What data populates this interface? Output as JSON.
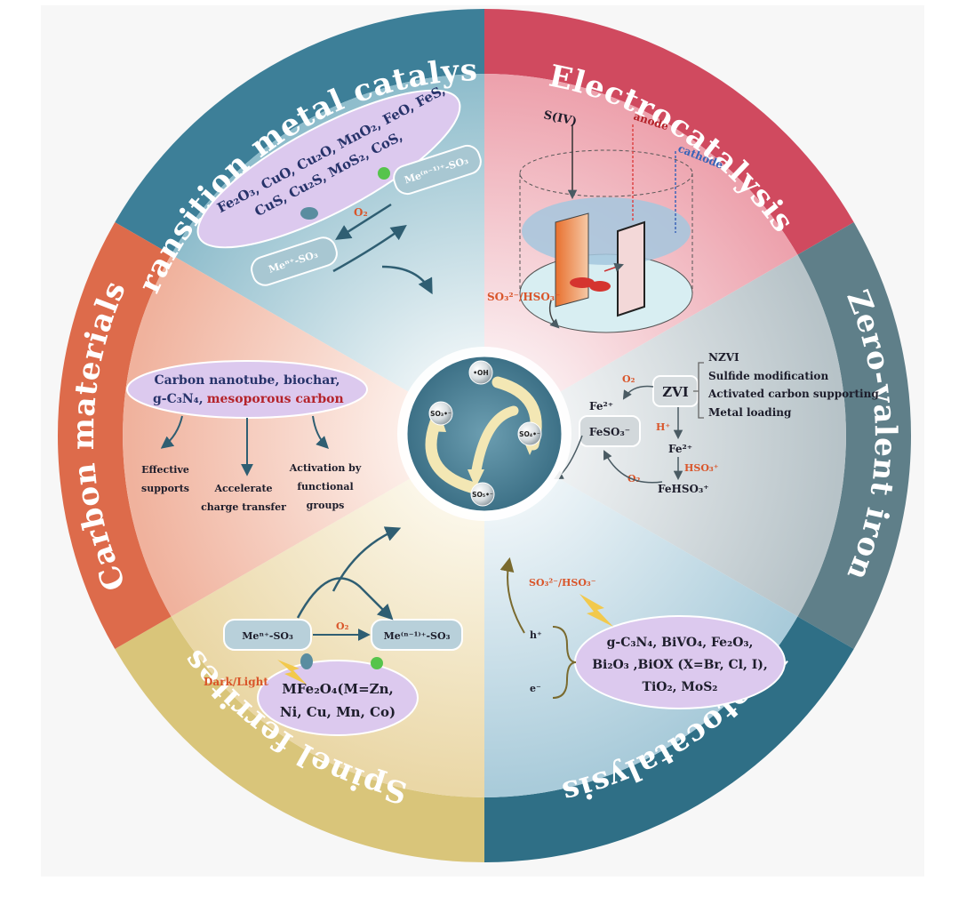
{
  "segments": {
    "transition_metal": {
      "title": "Transition metal catalysts",
      "oxides_line1": "Fe₂O₃, CuO, Cu₂O, MnO₂, FeO, FeS,",
      "oxides_line2": "CuS, Cu₂S, MoS₂, CoS,",
      "complex_a": "Meⁿ⁺-SO₃",
      "complex_b": "Me⁽ⁿ⁻¹⁾⁺-SO₃",
      "oxidant": "O₂"
    },
    "electrocatalysis": {
      "title": "Electrocatalysis",
      "siv": "S(IV)",
      "anode": "anode",
      "cathode": "cathode",
      "species": "SO₃²⁻/HSO₃⁻"
    },
    "zero_valent_iron": {
      "title": "Zero-valent iron",
      "zvi": "ZVI",
      "modifications": [
        "NZVI",
        "Sulfide modification",
        "Activated carbon supporting",
        "Metal loading"
      ],
      "o2_top": "O₂",
      "fe2_left": "Fe²⁺",
      "feso3": "FeSO₃⁻",
      "h_plus": "H⁺",
      "fe2": "Fe²⁺",
      "hso3": "HSO₃⁺",
      "o2_bottom": "O₂",
      "fehso3": "FeHSO₃⁺"
    },
    "photocatalysis": {
      "title": "Photocatalysis",
      "species": "SO₃²⁻/HSO₃⁻",
      "hole": "h⁺",
      "electron": "e⁻",
      "materials_line1": "g-C₃N₄, BiVO₄, Fe₂O₃,",
      "materials_line2": "Bi₂O₃ ,BiOX (X=Br, Cl, I),",
      "materials_line3": "TiO₂, MoS₂"
    },
    "spinel_ferrites": {
      "title": "Spinel ferrites",
      "complex_a": "Meⁿ⁺-SO₃",
      "complex_b": "Me⁽ⁿ⁻¹⁾⁺-SO₃",
      "oxidant": "O₂",
      "condition": "Dark/Light",
      "ferrite_line1": "MFe₂O₄(M=Zn,",
      "ferrite_line2": "Ni, Cu, Mn, Co)"
    },
    "carbon_materials": {
      "title": "Carbon materials",
      "materials_line1": "Carbon nanotube, biochar,",
      "materials_line2a": "g-C₃N₄,",
      "materials_line2b": "mesoporous carbon",
      "roles": [
        {
          "line1": "Effective",
          "line2": "supports",
          "line3": ""
        },
        {
          "line1": "Accelerate",
          "line2": "charge transfer",
          "line3": ""
        },
        {
          "line1": "Activation by",
          "line2": "functional",
          "line3": "groups"
        }
      ]
    }
  },
  "center": {
    "radicals": [
      "•OH",
      "SO₃•⁻",
      "SO₄•⁻",
      "SO₅•⁻"
    ]
  },
  "colors": {
    "transition_band": "#3d7f98",
    "electro_band": "#d04a5f",
    "zvi_band": "#5f7f89",
    "photo_band": "#2f6f86",
    "spinel_band": "#d9c57a",
    "carbon_band": "#dd6b4b"
  }
}
